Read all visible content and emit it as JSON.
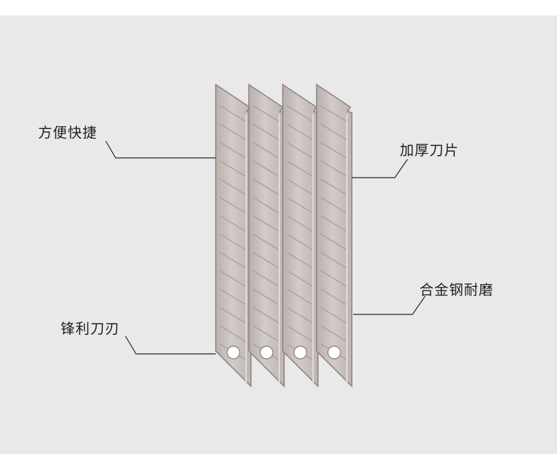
{
  "callouts": {
    "top_left": "方便快捷",
    "top_right": "加厚刀片",
    "middle_right": "合金钢耐磨",
    "bottom_left": "锋利刀刃"
  },
  "colors": {
    "background": "#e9e9e9",
    "blade_fill": "#c9c1bf",
    "blade_edge": "#8f8682",
    "score_line": "#a59b97",
    "leader_line": "#222222"
  },
  "image": {
    "subject": "four snap-off utility knife blades",
    "blade_count": 4
  }
}
